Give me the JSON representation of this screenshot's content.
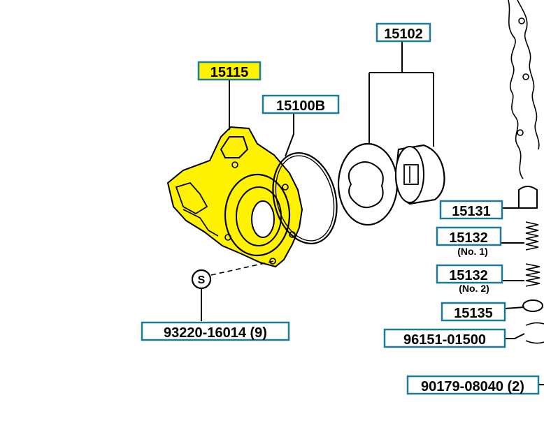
{
  "highlight_color": "#fff200",
  "callout_border_color": "#1f7a99",
  "callouts": {
    "p15115": "15115",
    "p15100b": "15100B",
    "p15102": "15102",
    "p15131": "15131",
    "p15132_1": "15132",
    "p15132_2": "15132",
    "p15135": "15135",
    "p96151": "96151-01500",
    "p93220": "93220-16014 (9)",
    "p90179": "90179-08040 (2)"
  },
  "notes": {
    "no1": "(No. 1)",
    "no2": "(No. 2)"
  },
  "symbols": {
    "seal_letter": "S"
  }
}
